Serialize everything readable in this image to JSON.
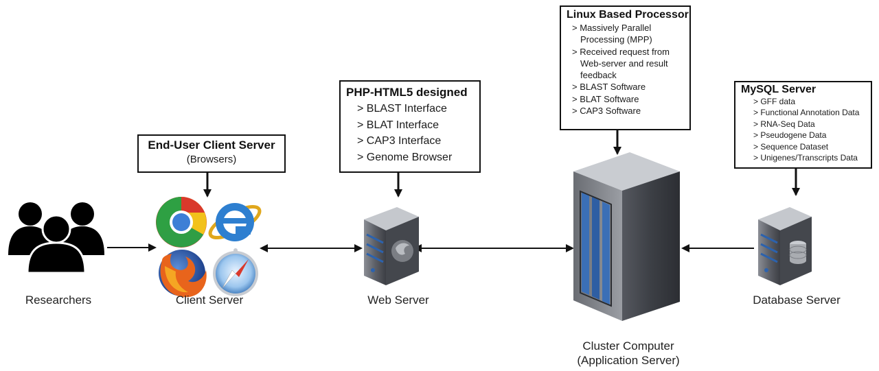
{
  "boxes": {
    "client": {
      "title": "End-User Client Server",
      "subtitle": "(Browsers)"
    },
    "php": {
      "title": "PHP-HTML5 designed",
      "items": [
        "> BLAST Interface",
        "> BLAT Interface",
        "> CAP3 Interface",
        "> Genome Browser"
      ]
    },
    "linux": {
      "title": "Linux Based Processor",
      "items": [
        {
          "first": "> Massively Parallel",
          "rest": "Processing (MPP)"
        },
        {
          "first": "> Received request from",
          "rest": "Web-server and result feedback"
        },
        {
          "first": "> BLAST Software",
          "rest": ""
        },
        {
          "first": "> BLAT Software",
          "rest": ""
        },
        {
          "first": "> CAP3 Software",
          "rest": ""
        }
      ]
    },
    "mysql": {
      "title": "MySQL Server",
      "items": [
        "> GFF data",
        "> Functional Annotation Data",
        "> RNA-Seq Data",
        "> Pseudogene Data",
        "> Sequence Dataset",
        "> Unigenes/Transcripts Data"
      ]
    }
  },
  "nodes": {
    "researchers": {
      "label": "Researchers",
      "icon": "users-group-icon"
    },
    "client": {
      "label": "Client Server",
      "icons": [
        "chrome-icon",
        "internet-explorer-icon",
        "firefox-icon",
        "safari-icon"
      ]
    },
    "web": {
      "label": "Web Server",
      "icon": "web-server-icon"
    },
    "cluster": {
      "label_line1": "Cluster Computer",
      "label_line2": "(Application Server)",
      "icon": "cluster-tower-icon"
    },
    "database": {
      "label": "Database Server",
      "icon": "database-server-icon"
    }
  },
  "colors": {
    "line": "#111111",
    "server_dark": "#3a3c42",
    "server_light": "#8a8d93",
    "accent_blue": "#3b6fb6"
  }
}
